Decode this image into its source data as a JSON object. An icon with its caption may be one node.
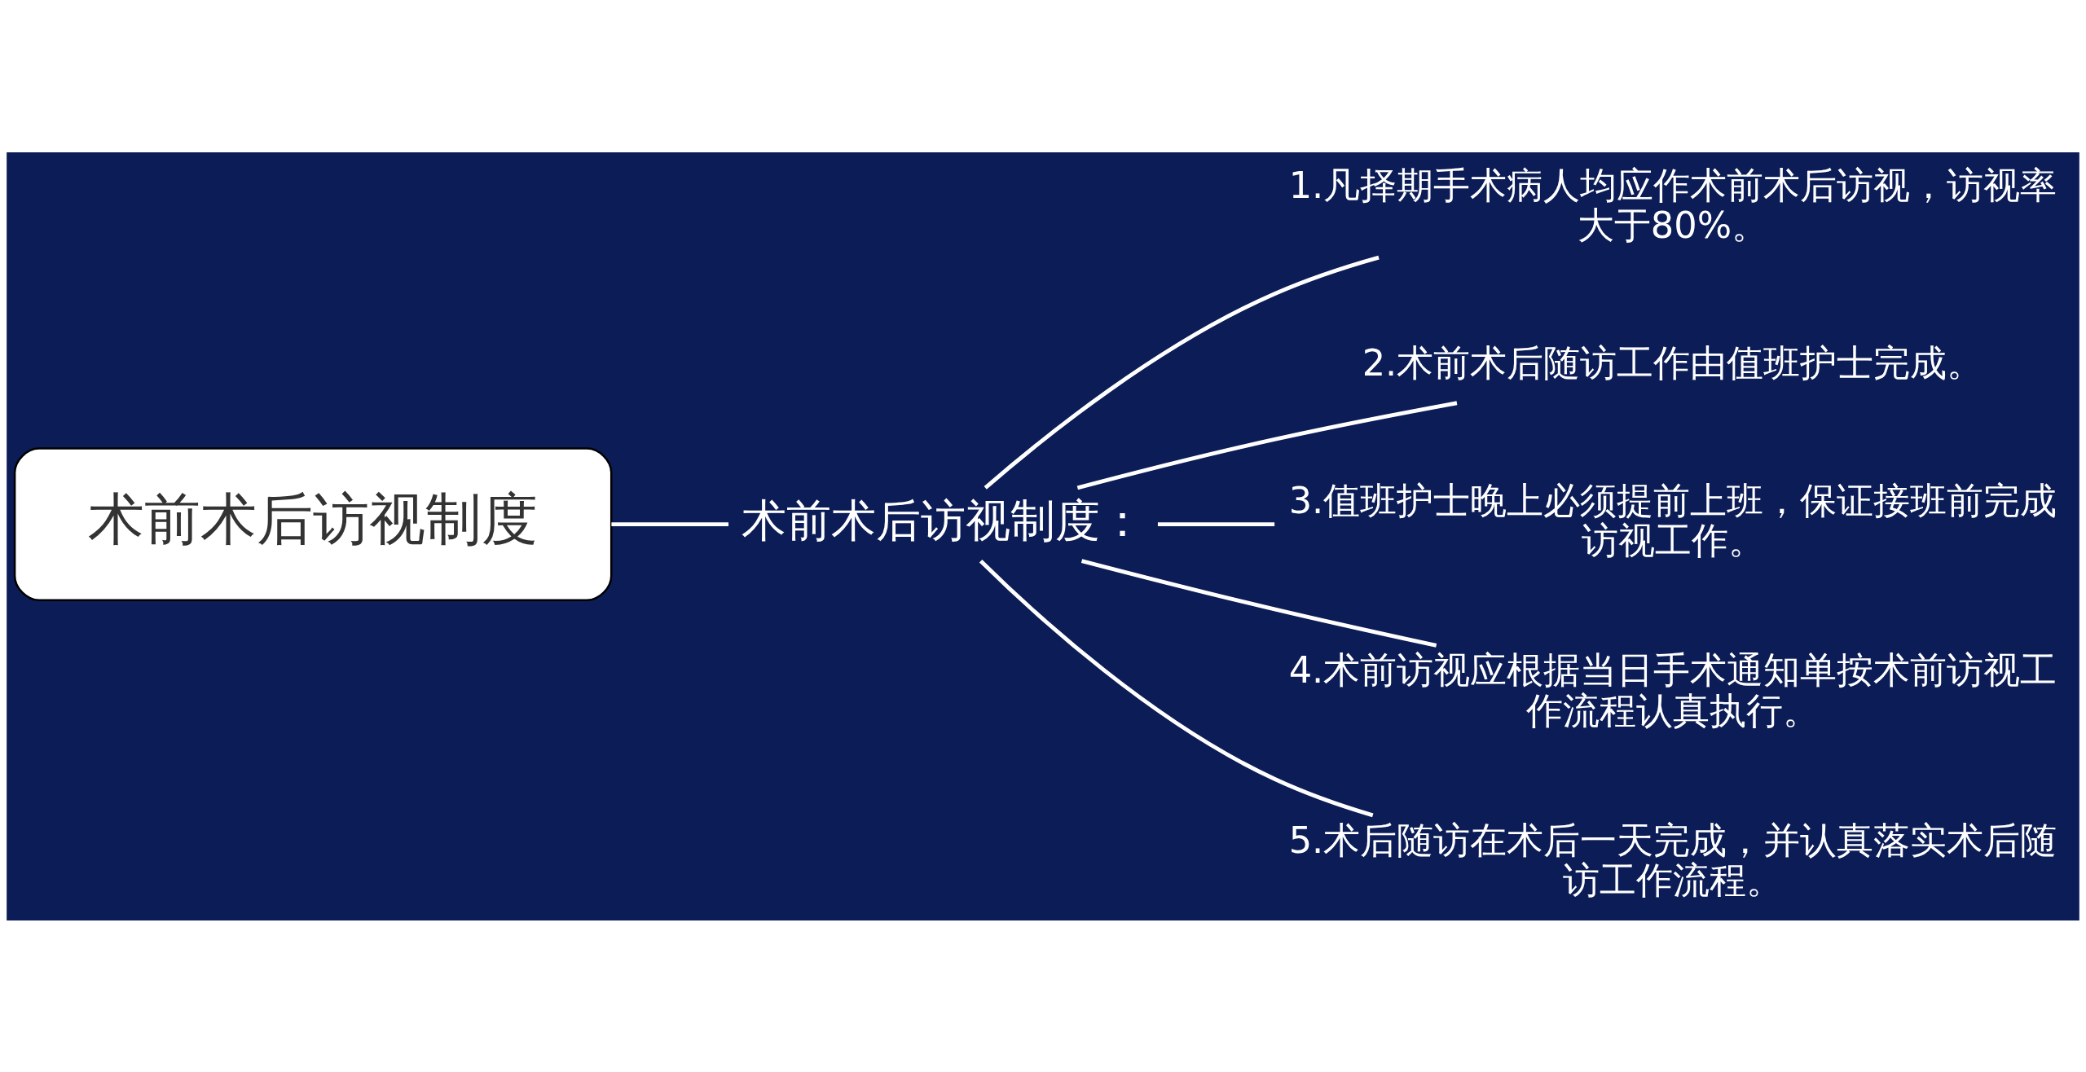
{
  "diagram": {
    "nodes": [
      {
        "text": [
          "术前术后访视制度"
        ]
      },
      {
        "text": [
          "术前术后访视制度："
        ]
      },
      {
        "text": [
          "1.凡择期手术病人均应作术前术后访视，访视率大于80%。"
        ]
      },
      {
        "text": [
          "2.术前术后随访工作由值班护士完成。"
        ]
      },
      {
        "text": [
          "3.值班护士晚上必须提前上班，保证接班前完成访视工作。"
        ]
      },
      {
        "text": [
          "4.术前访视应根据当日手术通知单按术前访视工作流程认真执行。"
        ]
      },
      {
        "text": [
          "5.术后随访在术后一天完成，并认真落实术后随访工作流程。"
        ]
      }
    ],
    "edges": [
      {
        "from": 0,
        "to": 1,
        "arrow": "none"
      },
      {
        "from": 1,
        "to": 2,
        "arrow": "none"
      },
      {
        "from": 1,
        "to": 3,
        "arrow": "none"
      },
      {
        "from": 1,
        "to": 4,
        "arrow": "none"
      },
      {
        "from": 1,
        "to": 5,
        "arrow": "none"
      },
      {
        "from": 1,
        "to": 6,
        "arrow": "none"
      }
    ]
  }
}
